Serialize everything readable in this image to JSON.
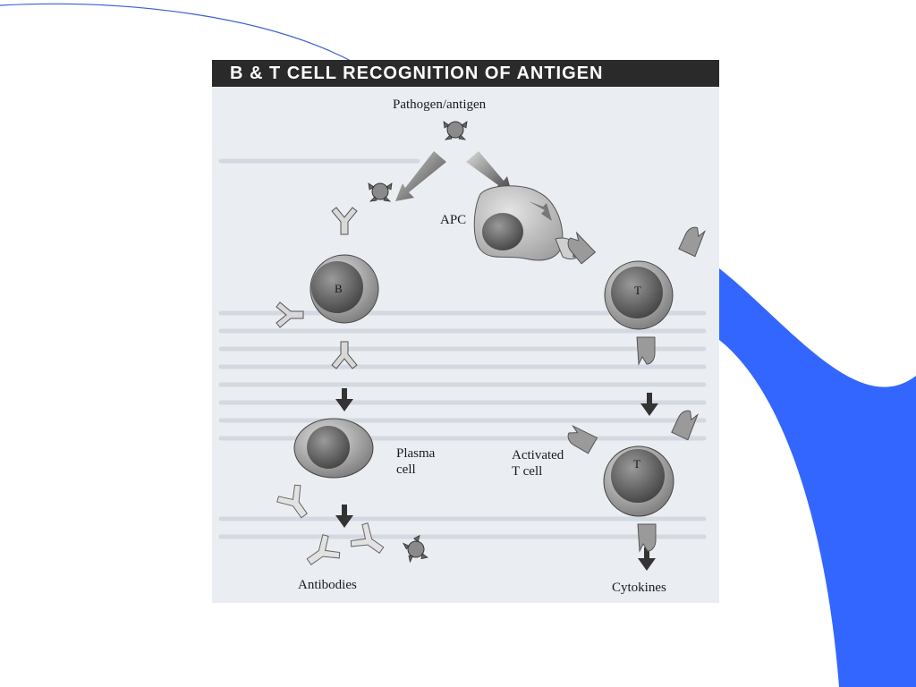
{
  "figure": {
    "title": "B & T CELL RECOGNITION OF ANTIGEN",
    "labels": {
      "pathogen": "Pathogen/antigen",
      "apc": "APC",
      "b_cell": "B",
      "t_cell": "T",
      "plasma_line1": "Plasma",
      "plasma_line2": "cell",
      "activated_line1": "Activated",
      "activated_line2": "T cell",
      "activated_t_cell": "T",
      "antibodies": "Antibodies",
      "cytokines": "Cytokines"
    }
  },
  "colors": {
    "slide_accent": "#3366ff",
    "header_bg": "#2a2a2a",
    "figure_bg": "#eaeef3"
  }
}
